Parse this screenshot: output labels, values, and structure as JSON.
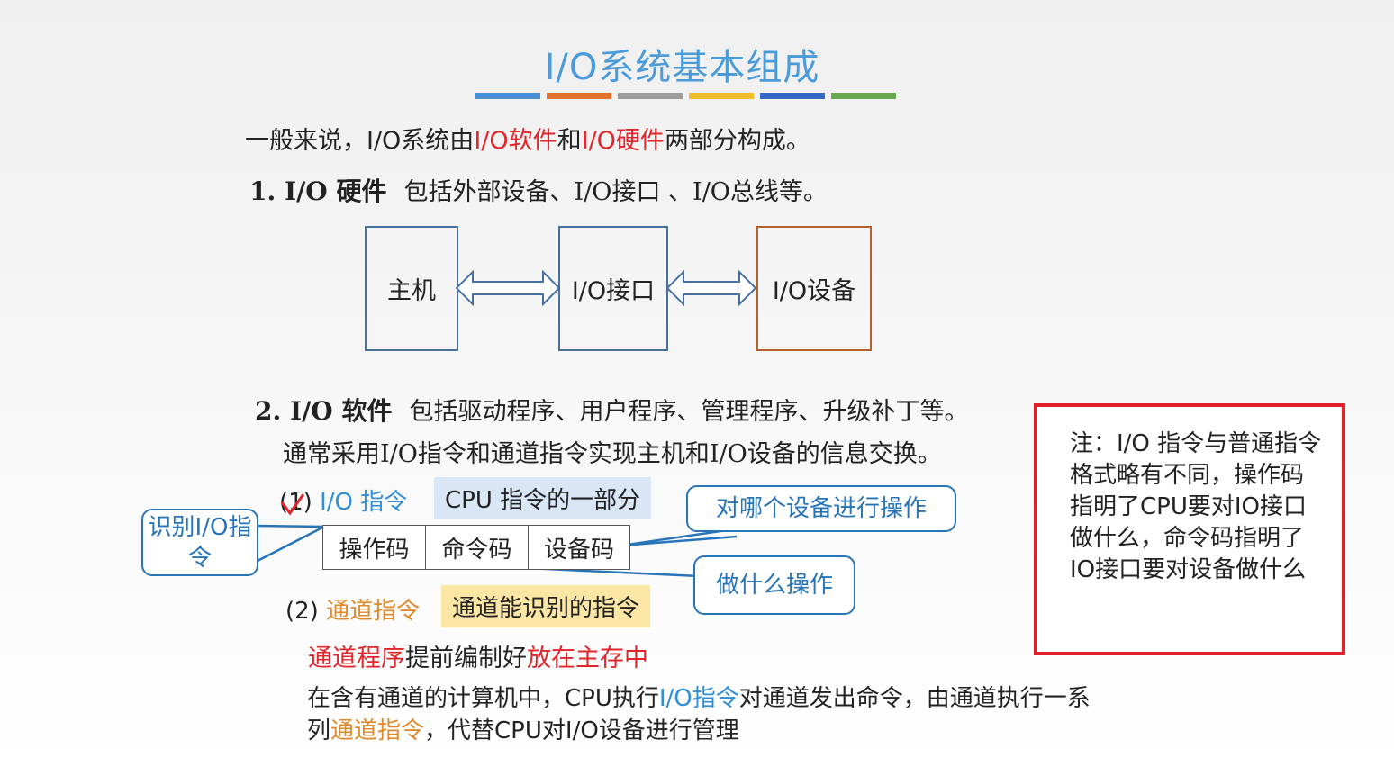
{
  "title": "I/O系统基本组成",
  "title_bar_colors": [
    "#4c8fd0",
    "#e2732c",
    "#9c9c9c",
    "#efbd2b",
    "#3569c6",
    "#6aa84f"
  ],
  "intro": {
    "a": "一般来说，I/O系统由",
    "b": "I/O软件",
    "c": "和",
    "d": "I/O硬件",
    "e": "两部分构成。"
  },
  "section1": {
    "heading": "1. I/O 硬件",
    "desc": "包括外部设备、I/O接口 、I/O总线等。"
  },
  "diagram": {
    "host": "主机",
    "interface": "I/O接口",
    "device": "I/O设备"
  },
  "section2": {
    "heading": "2. I/O 软件",
    "desc": "包括驱动程序、用户程序、管理程序、升级补丁等。",
    "line2": "通常采用I/O指令和通道指令实现主机和I/O设备的信息交换。"
  },
  "io_instr": {
    "num": "(1)",
    "label": "I/O 指令",
    "highlight": "CPU 指令的一部分"
  },
  "format": [
    "操作码",
    "命令码",
    "设备码"
  ],
  "callouts": {
    "identify": "识别I/O指令",
    "which_device": "对哪个设备进行操作",
    "what_op": "做什么操作"
  },
  "channel_instr": {
    "num": "(2)",
    "label": "通道指令",
    "highlight": "通道能识别的指令"
  },
  "channel_line": {
    "a": "通道程序",
    "b": "提前编制好",
    "c": "放在主存中"
  },
  "bottom": {
    "l1a": "在含有通道的计算机中，CPU执行",
    "l1b": "I/O指令",
    "l1c": "对通道发出命令，由通道执行一系",
    "l2a": "列",
    "l2b": "通道指令",
    "l2c": "，代替CPU对I/O设备进行管理"
  },
  "note": "注：I/O 指令与普通指令格式略有不同，操作码指明了CPU要对IO接口做什么，命令码指明了IO接口要对设备做什么"
}
